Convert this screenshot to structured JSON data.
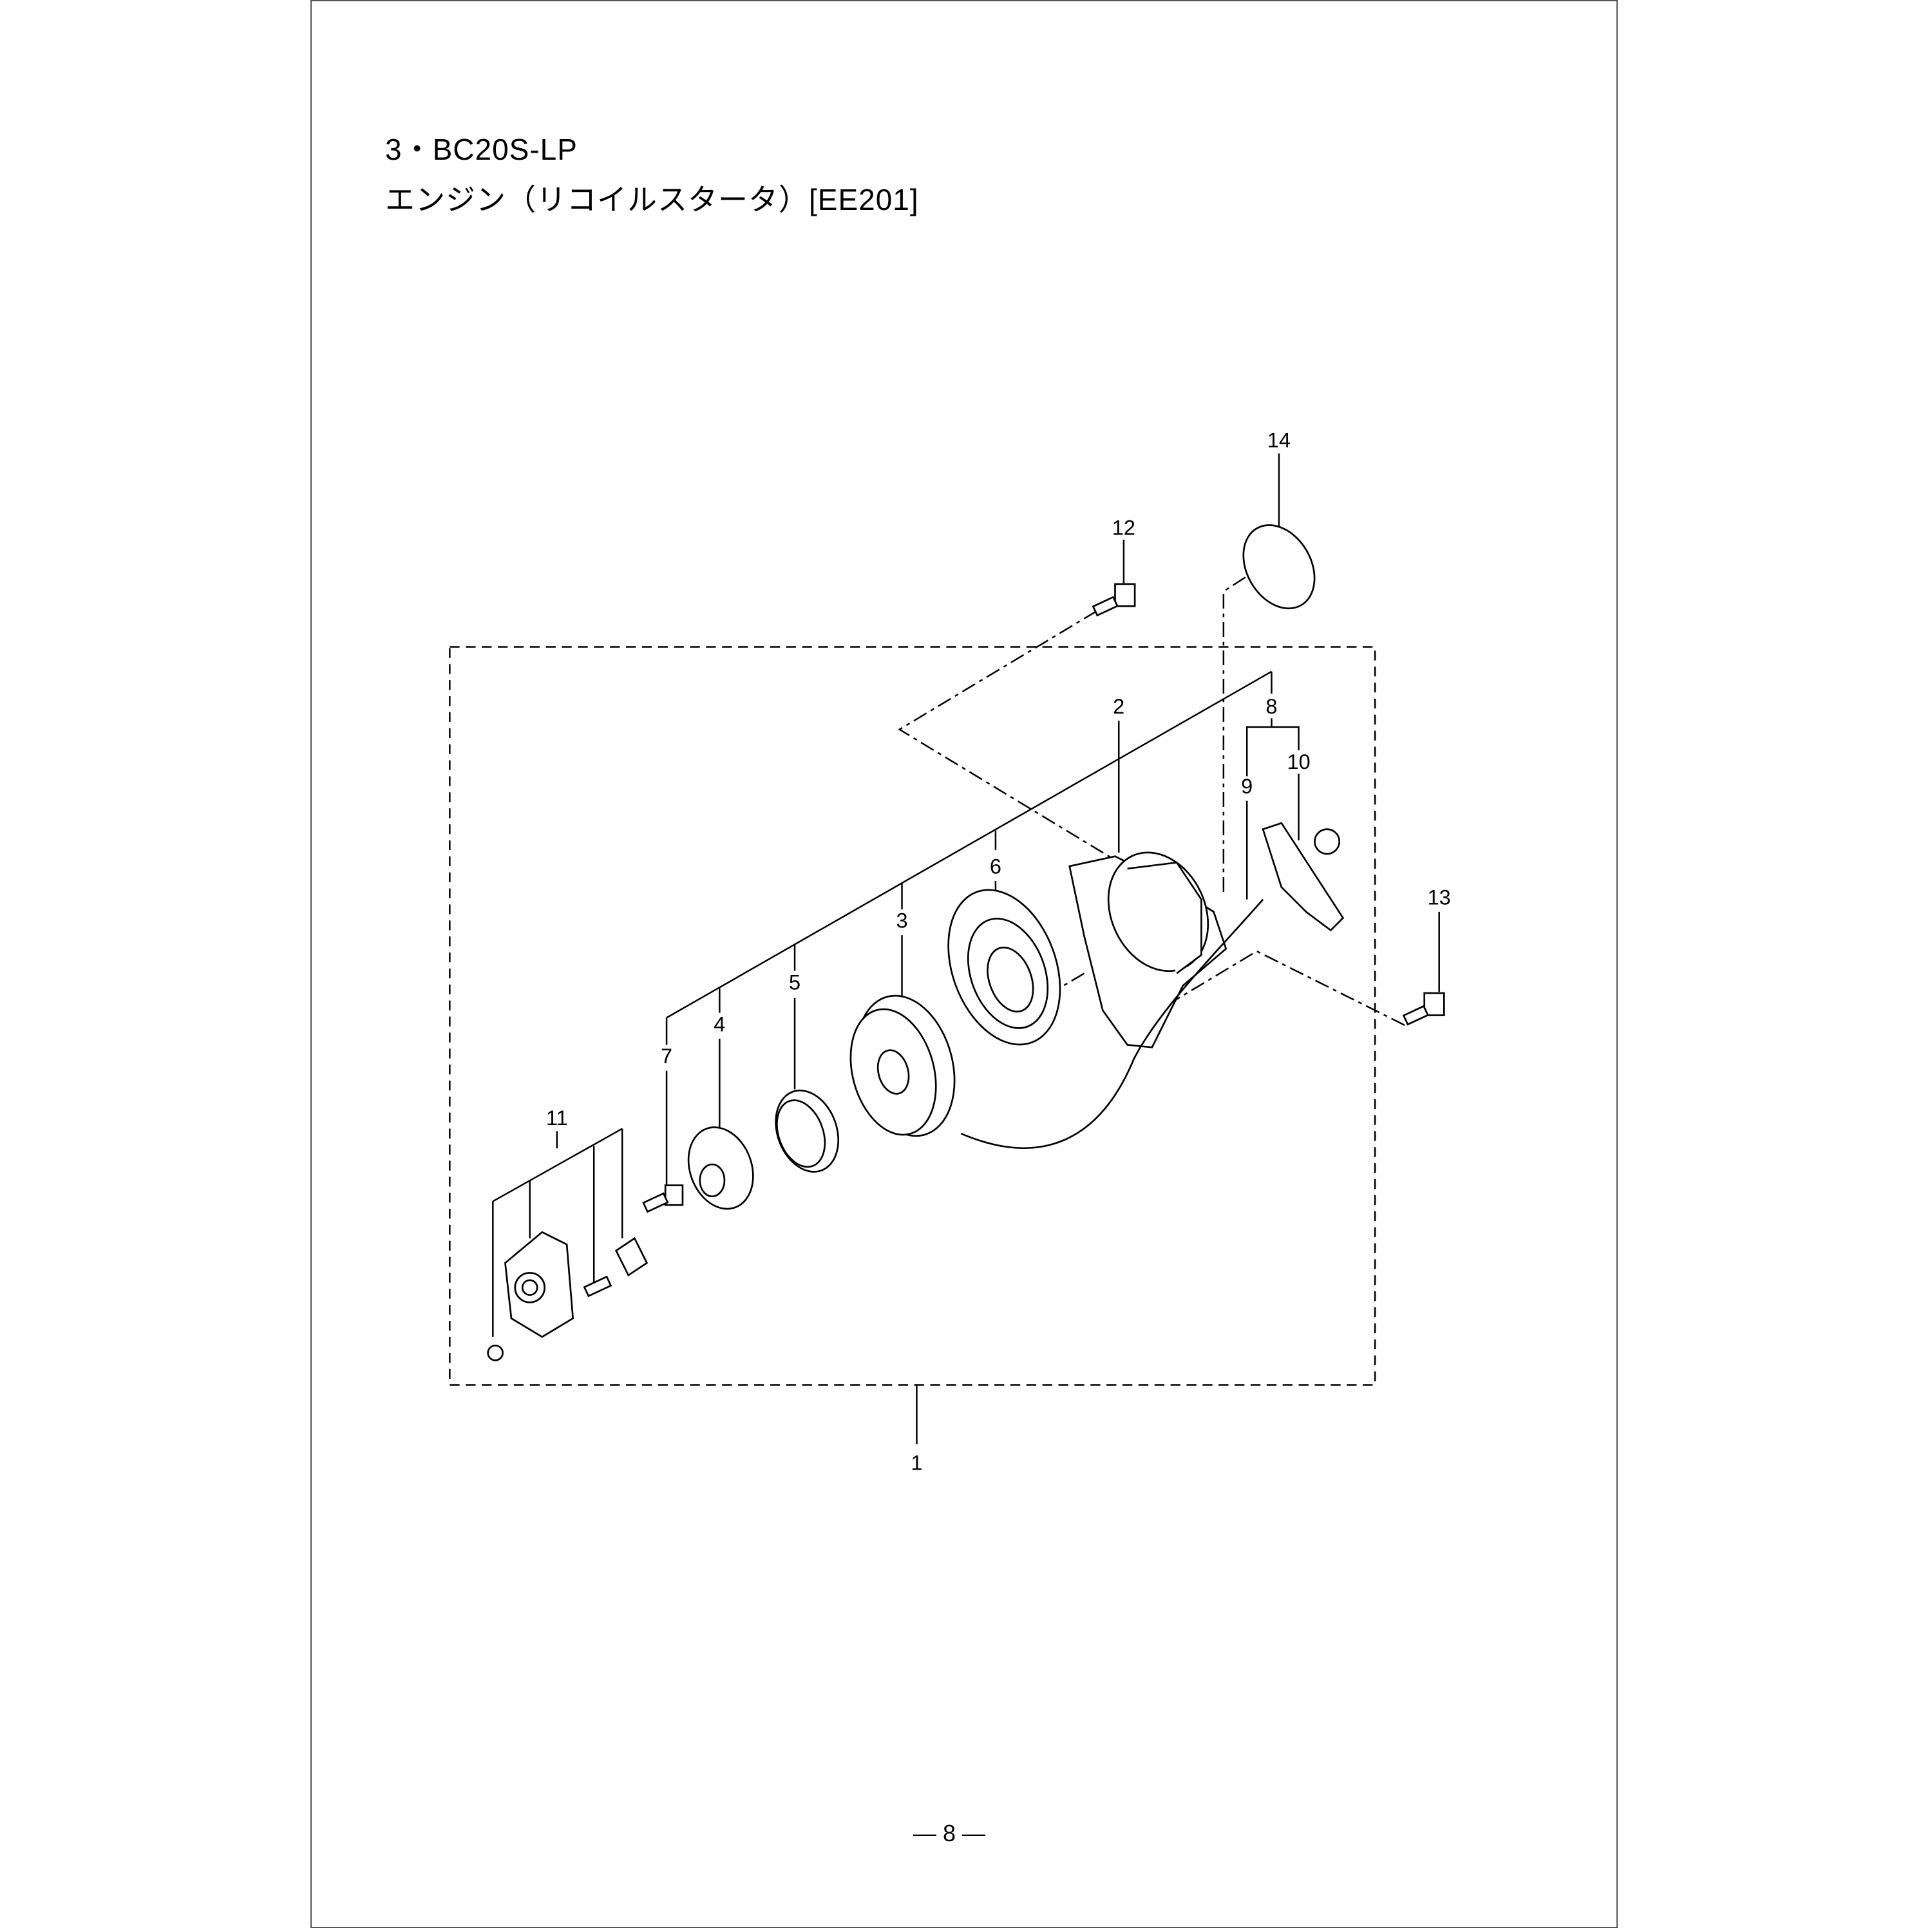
{
  "header": {
    "section": "3・BC20S-LP",
    "subtitle": "エンジン（リコイルスタータ）[EE201]"
  },
  "diagram": {
    "part_labels": [
      "1",
      "2",
      "3",
      "4",
      "5",
      "6",
      "7",
      "8",
      "9",
      "10",
      "11",
      "12",
      "13",
      "14"
    ]
  },
  "footer": {
    "page_number": "— 8 —"
  }
}
